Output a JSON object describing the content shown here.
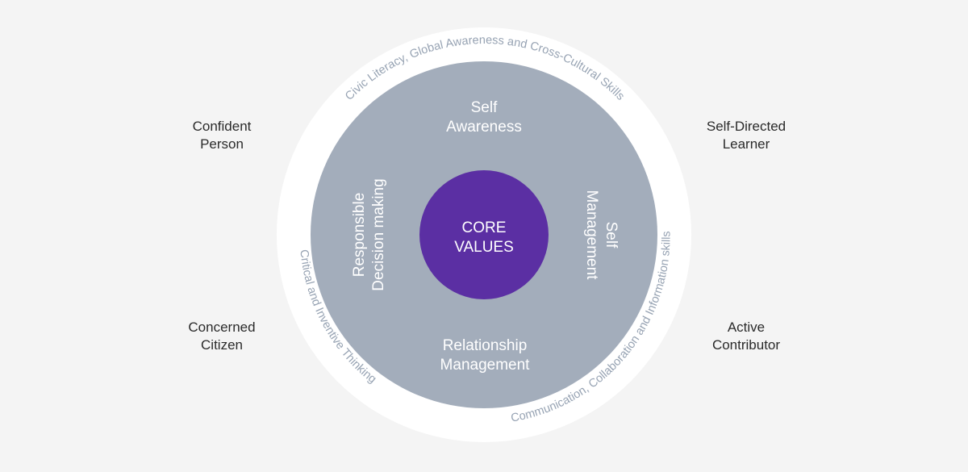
{
  "outcomes": {
    "confident_person": [
      "Confident",
      "Person"
    ],
    "self_directed_learner": [
      "Self-Directed",
      "Learner"
    ],
    "concerned_citizen": [
      "Concerned",
      "Citizen"
    ],
    "active_contributor": [
      "Active",
      "Contributor"
    ]
  },
  "outer_ring": {
    "top": "Civic Literacy, Global Awareness and Cross-Cultural Skills",
    "left": "Critical and Inventive Thinking",
    "right": "Communication, Collaboration and Information skills"
  },
  "middle_ring": {
    "top": [
      "Self",
      "Awareness"
    ],
    "right": [
      "Self",
      "Management"
    ],
    "bottom": [
      "Relationship",
      "Management"
    ],
    "left": [
      "Responsible",
      "Decision making"
    ]
  },
  "core": [
    "CORE",
    "VALUES"
  ],
  "colors": {
    "background": "#f4f4f4",
    "outer_ring": "#ffffff",
    "middle_ring": "#a3adbb",
    "core": "#5b2fa3",
    "outer_text": "#97a3b3",
    "outcome_text": "#2a2a2a"
  }
}
